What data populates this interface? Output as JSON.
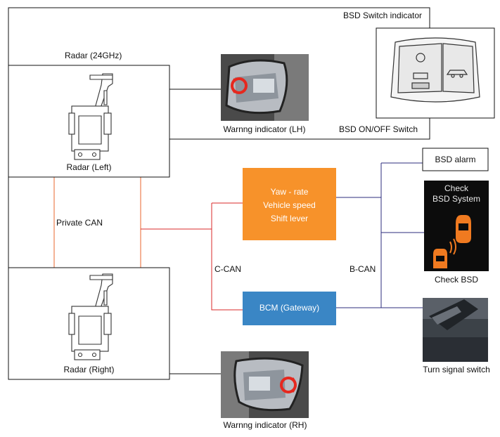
{
  "labels": {
    "bsd_switch_indicator": "BSD Switch indicator",
    "bsd_onoff_switch": "BSD ON/OFF Switch",
    "radar_24ghz": "Radar (24GHz)",
    "radar_left": "Radar (Left)",
    "radar_right": "Radar (Right)",
    "warning_lh": "Warnng indicator (LH)",
    "warning_rh": "Warnng indicator (RH)",
    "private_can": "Private CAN",
    "c_can": "C-CAN",
    "b_can": "B-CAN",
    "yaw_lines": [
      "Yaw - rate",
      "Vehicle speed",
      "Shift lever"
    ],
    "bcm": "BCM (Gateway)",
    "bsd_alarm": "BSD alarm",
    "check_bsd_screen": [
      "Check",
      "BSD System"
    ],
    "check_bsd": "Check BSD",
    "turn_signal_switch": "Turn signal switch"
  },
  "colors": {
    "orange_box": "#f7922a",
    "blue_box": "#3a86c5",
    "c_can_line": "#d8282a",
    "private_can_line": "#e8642c",
    "b_can_line": "#2c2c7e",
    "black_line": "#111111",
    "display_bg": "#0c0c0c",
    "display_car": "#f07a20"
  },
  "icons": {
    "radar": "radar-sensor-bracket-icon",
    "mirror": "side-mirror-warning-icon",
    "switch": "bsd-switch-panel-icon",
    "turn": "turn-signal-stalk-icon"
  }
}
